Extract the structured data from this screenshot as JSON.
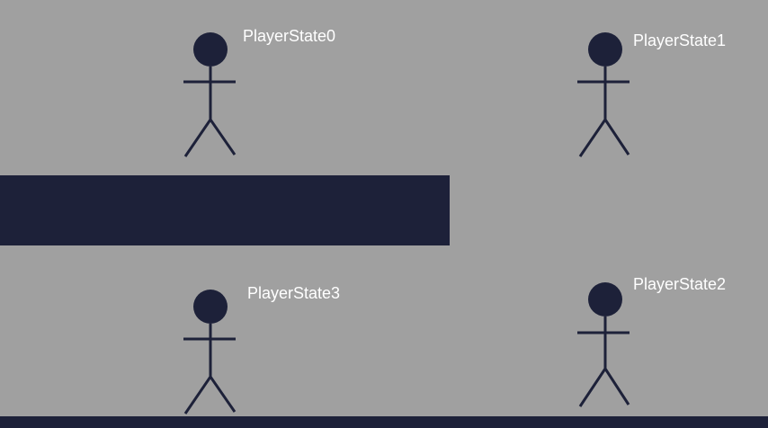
{
  "scene": {
    "background_color": "#a0a0a0",
    "platform_color": "#1d2139",
    "player_color": "#1d2139",
    "label_color": "#ffffff"
  },
  "players": [
    {
      "id": "player0",
      "label": "PlayerState0"
    },
    {
      "id": "player1",
      "label": "PlayerState1"
    },
    {
      "id": "player2",
      "label": "PlayerState2"
    },
    {
      "id": "player3",
      "label": "PlayerState3"
    }
  ]
}
